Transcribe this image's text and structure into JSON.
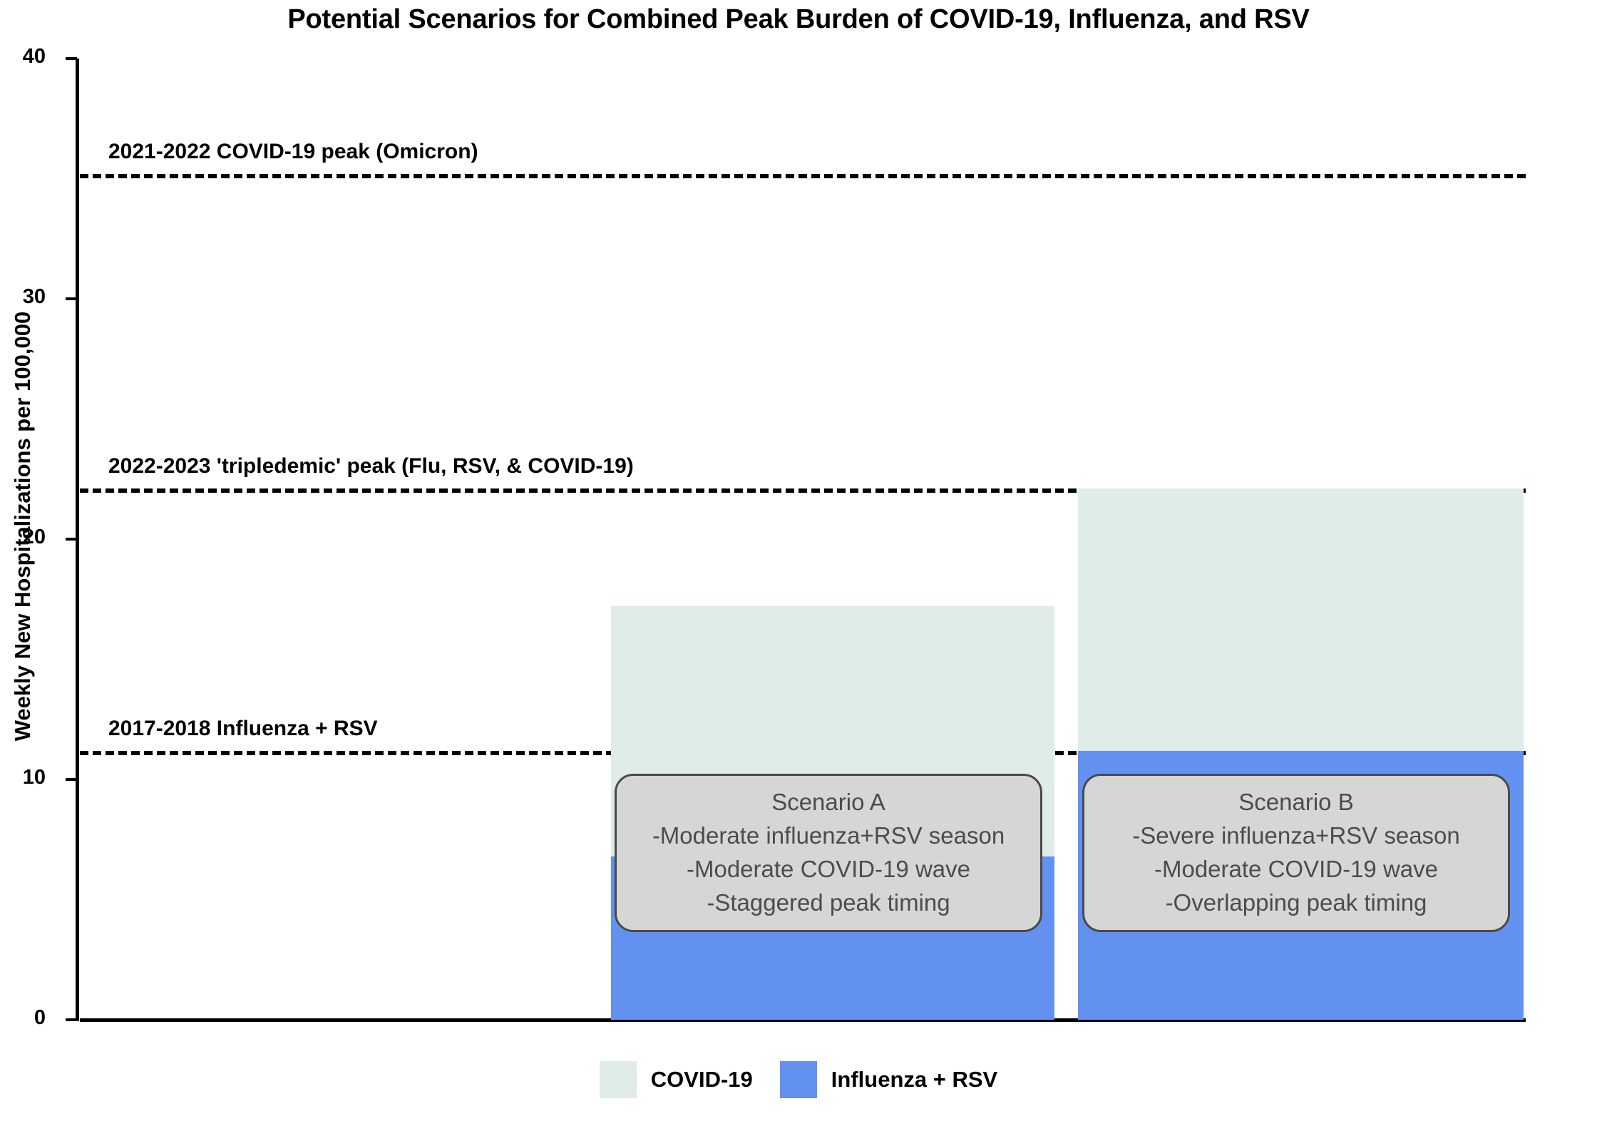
{
  "chart_data": {
    "type": "bar",
    "title": "Potential Scenarios for Combined Peak Burden of COVID-19, Influenza, and RSV",
    "xlabel": "",
    "ylabel": "Weekly New Hospitalizations per 100,000",
    "ylim": [
      0,
      40
    ],
    "yticks": [
      0,
      10,
      20,
      30,
      40
    ],
    "ytick_labels": [
      "0",
      "10",
      "20",
      "30",
      "40"
    ],
    "grid": false,
    "stacked": true,
    "legend_position": "bottom",
    "categories": [
      "Scenario A",
      "Scenario B"
    ],
    "series": [
      {
        "name": "Influenza + RSV",
        "color": "#6291ef",
        "values": [
          6.8,
          11.2
        ]
      },
      {
        "name": "COVID-19",
        "color": "#e0ecea",
        "values": [
          10.4,
          10.9
        ]
      }
    ],
    "bar_totals": [
      17.2,
      22.1
    ],
    "reference_lines": [
      {
        "label": "2021-2022 COVID-19 peak (Omicron)",
        "value": 35.2
      },
      {
        "label": "2022-2023 'tripledemic' peak (Flu, RSV, & COVID-19)",
        "value": 22.1
      },
      {
        "label": "2017-2018 Influenza + RSV",
        "value": 11.2
      }
    ],
    "annotations": [
      {
        "target": "Scenario A",
        "lines": [
          "Scenario A",
          "-Moderate influenza+RSV season",
          "-Moderate COVID-19 wave",
          "-Staggered peak timing"
        ]
      },
      {
        "target": "Scenario B",
        "lines": [
          "Scenario B",
          "-Severe influenza+RSV season",
          "-Moderate COVID-19 wave",
          "-Overlapping peak timing"
        ]
      }
    ]
  },
  "legend": {
    "items": [
      {
        "label": "COVID-19",
        "color": "#e0ecea"
      },
      {
        "label": "Influenza + RSV",
        "color": "#6291ef"
      }
    ]
  },
  "colors": {
    "covid": "#e0ecea",
    "flu_rsv": "#6291ef",
    "axis": "#000000",
    "annotation_fill": "#d6d6d6",
    "annotation_border": "#4a4a4a",
    "annotation_text": "#4c4c4c"
  }
}
